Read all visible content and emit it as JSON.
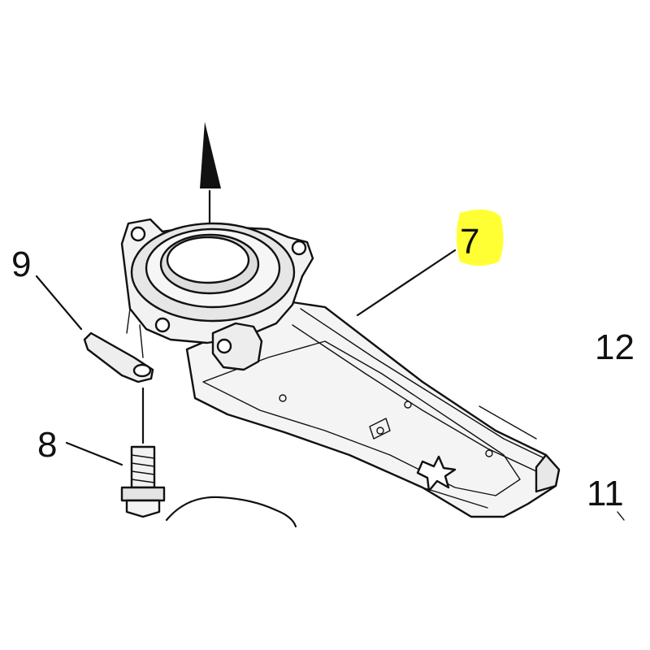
{
  "callouts": {
    "c7": "7",
    "c8": "8",
    "c9": "9",
    "c11": "11",
    "c12": "12"
  },
  "colors": {
    "highlight": "#ffff33",
    "ink": "#111111",
    "part_fill": "#f4f4f4",
    "part_shade": "#d8d8d8"
  }
}
